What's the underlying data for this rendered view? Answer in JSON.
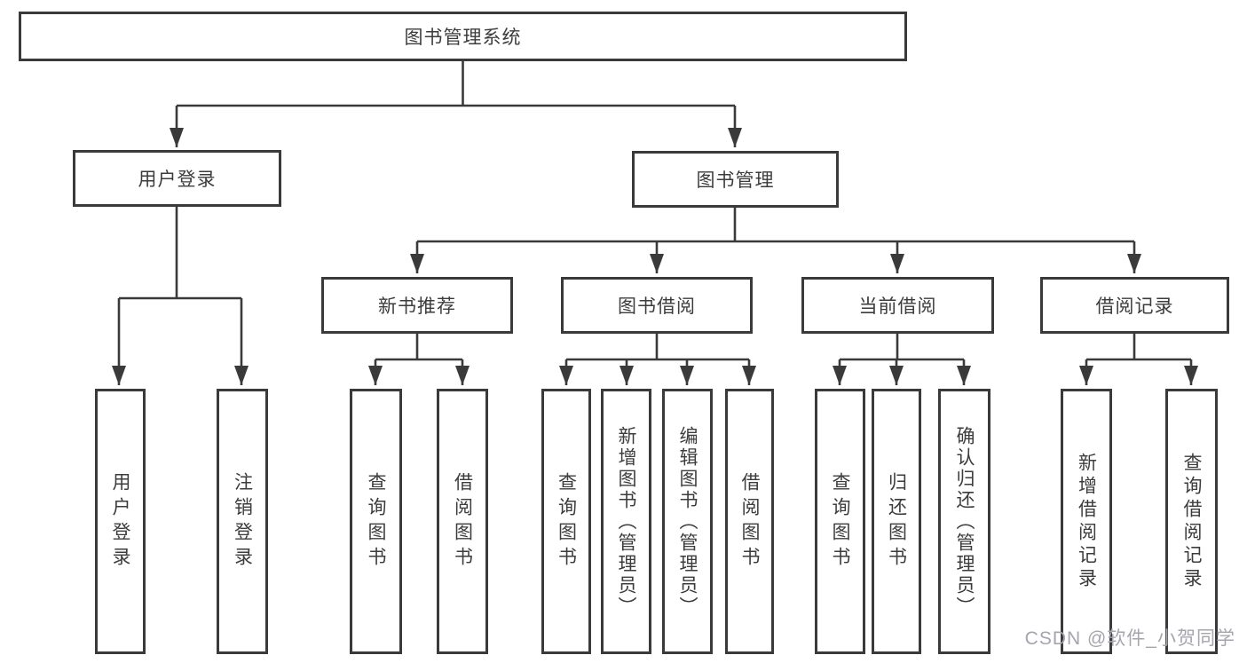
{
  "tree": {
    "root": {
      "label": "图书管理系统"
    },
    "level2": {
      "user_login": {
        "label": "用户登录",
        "children": [
          {
            "label": "用户登录"
          },
          {
            "label": "注销登录"
          }
        ]
      },
      "book_management": {
        "label": "图书管理",
        "children": {
          "new_book_recommend": {
            "label": "新书推荐",
            "children": [
              {
                "label": "查询图书"
              },
              {
                "label": "借阅图书"
              }
            ]
          },
          "book_borrowing": {
            "label": "图书借阅",
            "children": [
              {
                "label": "查询图书"
              },
              {
                "label": "新增图书（管理员）"
              },
              {
                "label": "编辑图书（管理员）"
              },
              {
                "label": "借阅图书"
              }
            ]
          },
          "current_borrowing": {
            "label": "当前借阅",
            "children": [
              {
                "label": "查询图书"
              },
              {
                "label": "归还图书"
              },
              {
                "label": "确认归还（管理员）"
              }
            ]
          },
          "borrow_records": {
            "label": "借阅记录",
            "children": [
              {
                "label": "新增借阅记录"
              },
              {
                "label": "查询借阅记录"
              }
            ]
          }
        }
      }
    }
  },
  "watermark": {
    "text": "CSDN @软件_小贺同学"
  },
  "colors": {
    "line": "#3a3a3a",
    "text": "#3c3c3c",
    "watermark": "#a5a5ae",
    "background": "#ffffff"
  }
}
